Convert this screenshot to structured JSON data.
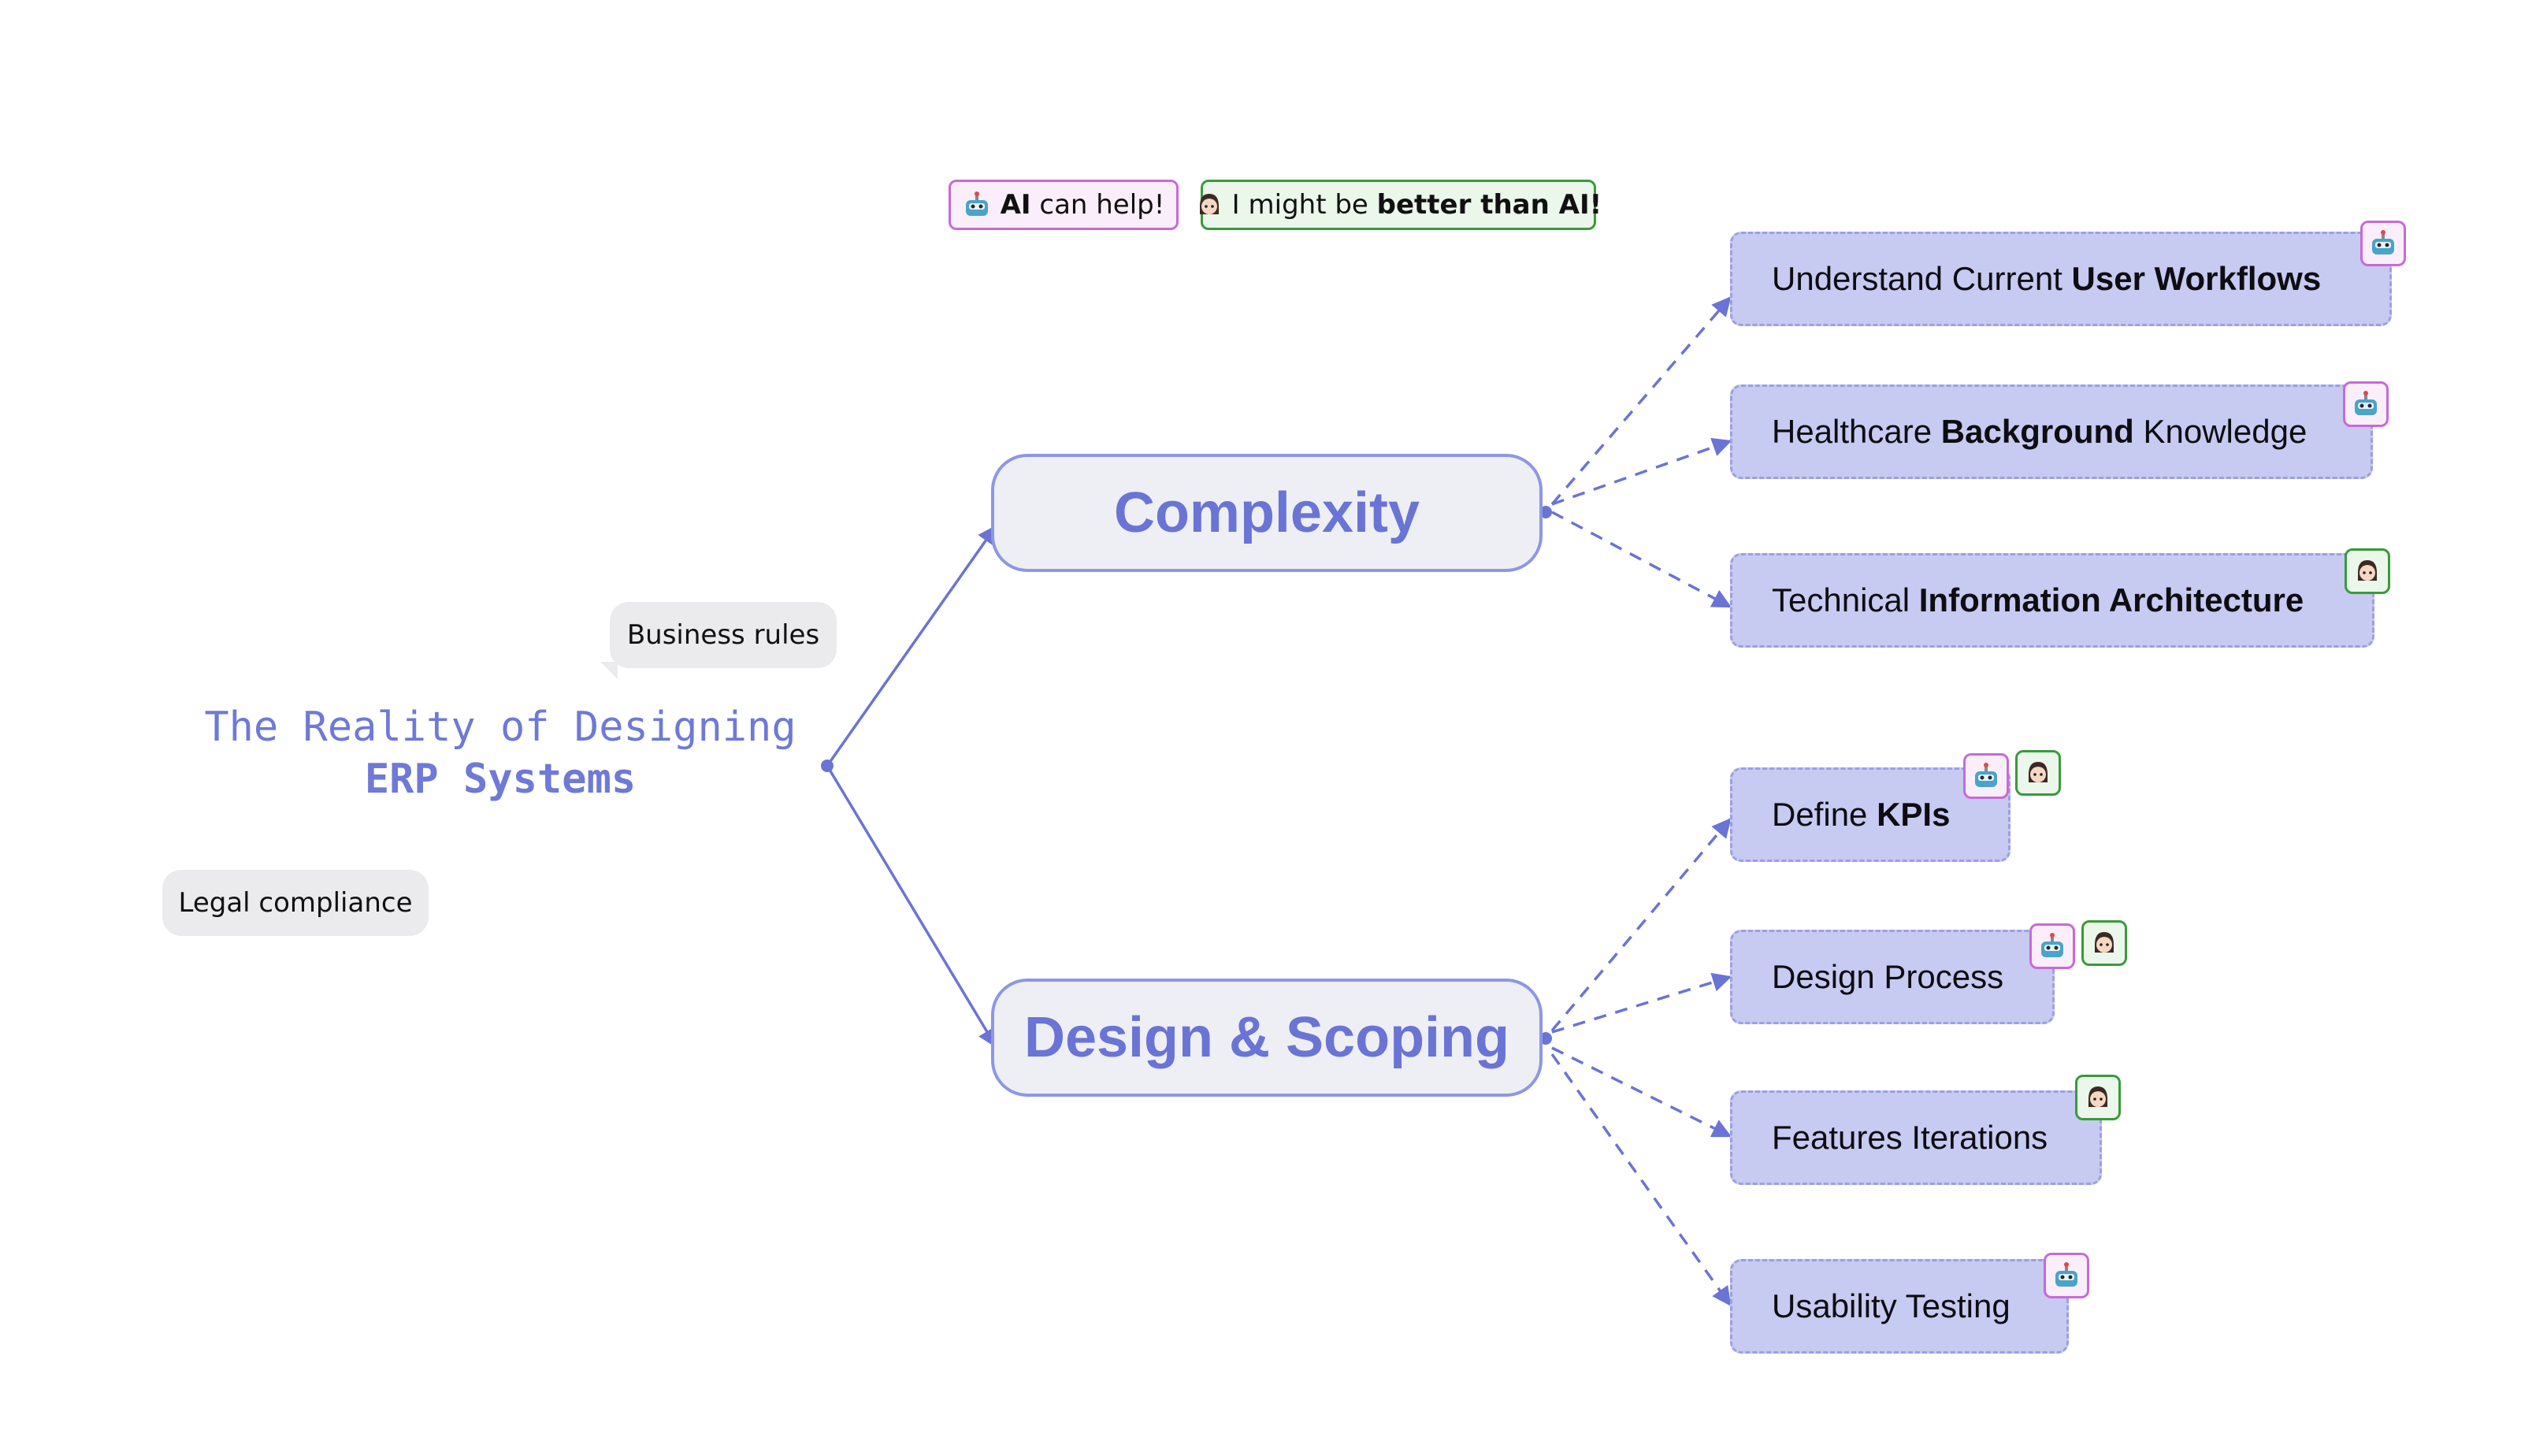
{
  "title": {
    "line1": "The Reality of Designing",
    "line2": "ERP Systems"
  },
  "bubbles": {
    "business_rules": "Business rules",
    "legal_compliance": "Legal compliance"
  },
  "legend": {
    "ai": {
      "bold": "AI",
      "rest": " can help!",
      "icon": "robot-icon"
    },
    "human": {
      "pre": " I might be ",
      "bold": "better than AI!",
      "icon": "person-icon"
    }
  },
  "branches": {
    "complexity": "Complexity",
    "design_scoping": "Design & Scoping"
  },
  "leaves": {
    "workflows": {
      "pre": "Understand Current ",
      "bold": "User Workflows",
      "post": "",
      "badges": [
        "ai"
      ]
    },
    "background": {
      "pre": "Healthcare ",
      "bold": "Background",
      "post": " Knowledge",
      "badges": [
        "ai"
      ]
    },
    "architecture": {
      "pre": "Technical ",
      "bold": "Information Architecture",
      "post": "",
      "badges": [
        "human"
      ]
    },
    "kpis": {
      "pre": "Define ",
      "bold": "KPIs",
      "post": "",
      "badges": [
        "ai",
        "human"
      ]
    },
    "design_process": {
      "pre": "Design Process",
      "bold": "",
      "post": "",
      "badges": [
        "ai",
        "human"
      ]
    },
    "features": {
      "pre": "Features Iterations",
      "bold": "",
      "post": "",
      "badges": [
        "human"
      ]
    },
    "usability": {
      "pre": "Usability Testing",
      "bold": "",
      "post": "",
      "badges": [
        "ai"
      ]
    }
  },
  "colors": {
    "accent": "#6a74d4",
    "leaf_fill": "#c7caf1",
    "ai_border": "#c86ad6",
    "human_border": "#3a9a3a",
    "bubble_fill": "#ebebed"
  }
}
